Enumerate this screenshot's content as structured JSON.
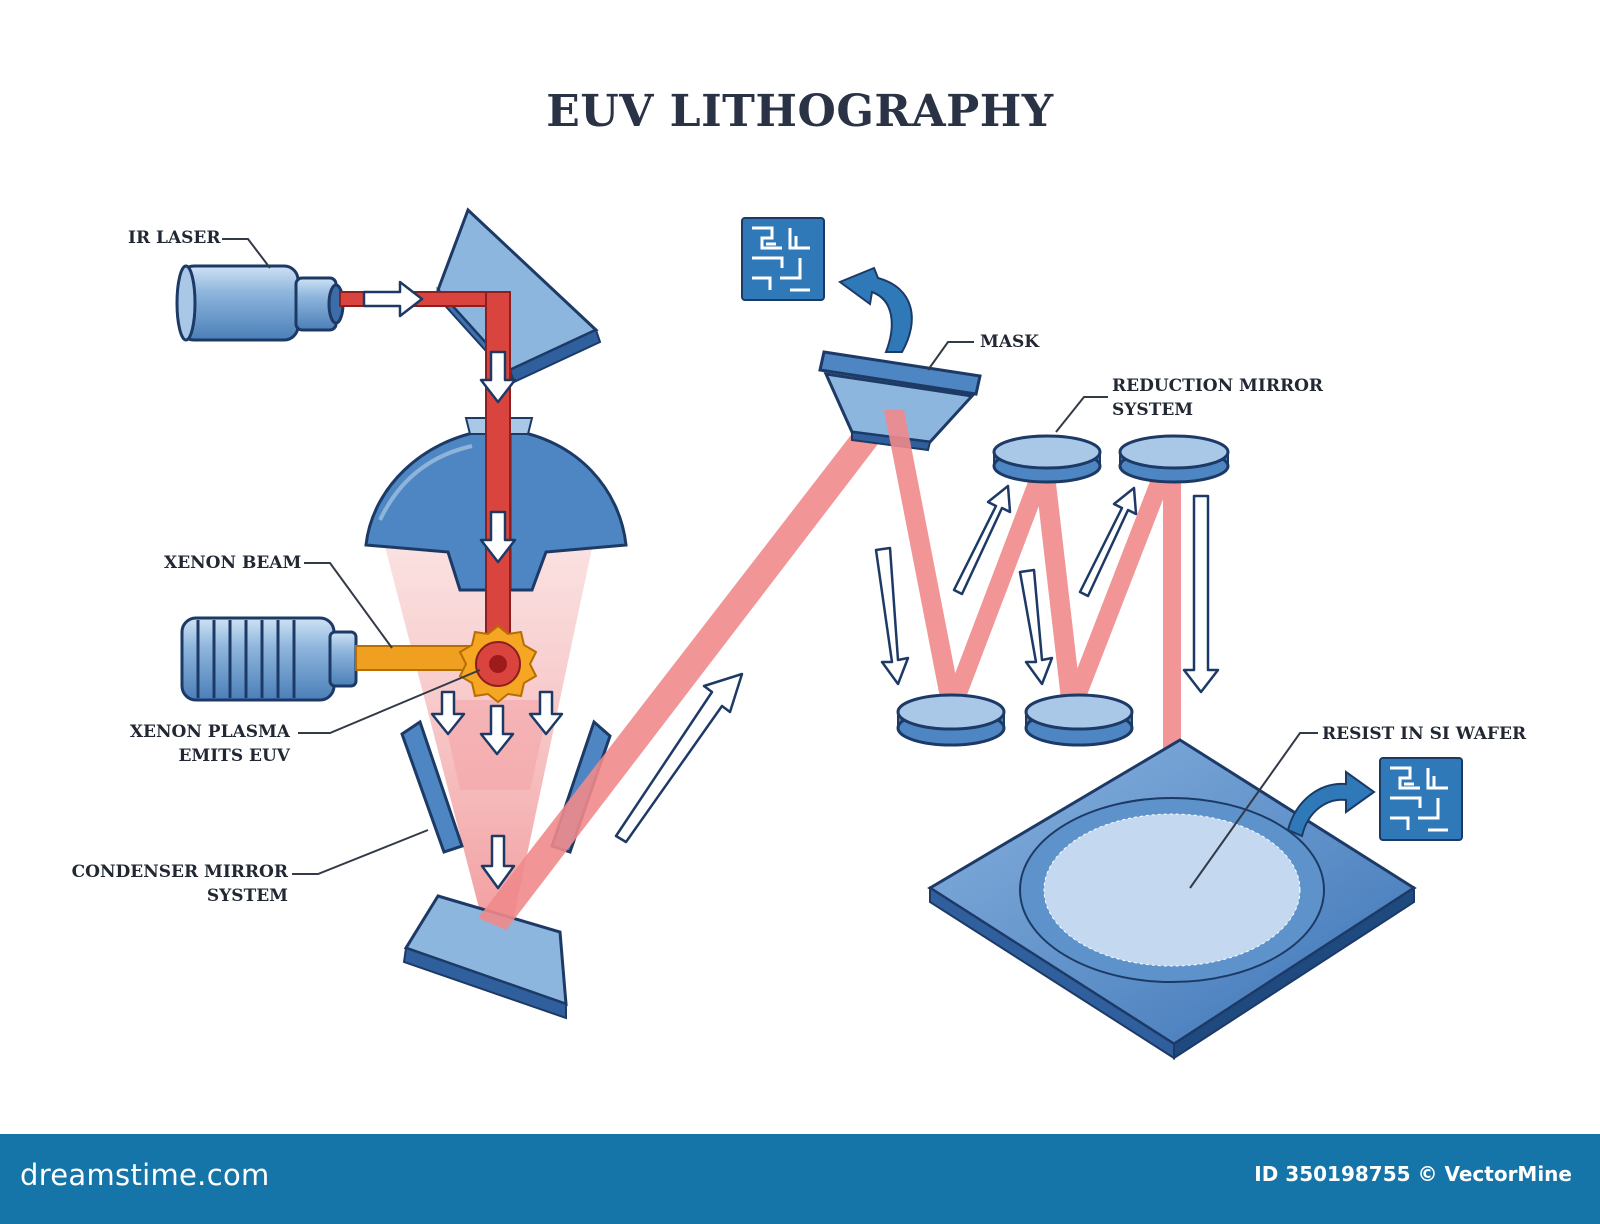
{
  "title": "EUV LITHOGRAPHY",
  "labels": {
    "ir_laser": "IR LASER",
    "xenon_beam": "XENON BEAM",
    "xenon_plasma_line1": "XENON PLASMA",
    "xenon_plasma_line2": "EMITS EUV",
    "condenser_line1": "CONDENSER MIRROR",
    "condenser_line2": "SYSTEM",
    "mask": "MASK",
    "reduction_line1": "REDUCTION MIRROR",
    "reduction_line2": "SYSTEM",
    "resist": "RESIST IN SI WAFER"
  },
  "footer": {
    "brand": "dreamstime.com",
    "stock_id": "ID 350198755 © VectorMine"
  },
  "colors": {
    "beam_red": "#d9443e",
    "euv_pink": "#f08a8c",
    "xenon_orange": "#f0a020",
    "mirror_blue": "#4f86c0",
    "outline": "#1d3a66",
    "footer_blue": "#1574a8"
  }
}
